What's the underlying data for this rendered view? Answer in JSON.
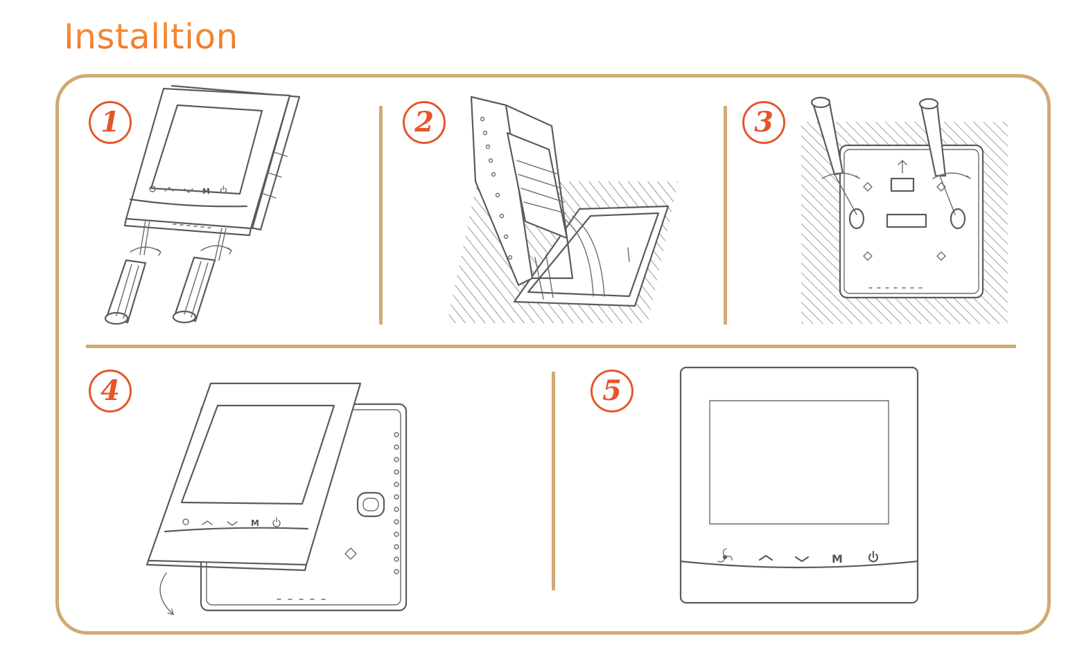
{
  "title": "Installtion",
  "steps": [
    "1",
    "2",
    "3",
    "4",
    "5"
  ],
  "panel_buttons": {
    "mode": "M"
  },
  "colors": {
    "title_orange": "#ef7a2c",
    "step_red": "#e4562a",
    "frame_tan": "#d1aa72",
    "line_art": "#5a5a5a"
  },
  "icons": [
    "fan-icon",
    "up-arrow-icon",
    "down-arrow-icon",
    "power-icon",
    "screwdriver-icon",
    "rotate-arrow-icon"
  ]
}
